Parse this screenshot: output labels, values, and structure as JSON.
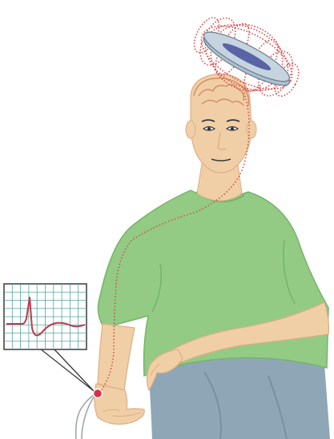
{
  "figure": {
    "subject": "person",
    "stimulator_coil": "tms-coil",
    "recording": "emg-trace"
  },
  "colors": {
    "background": "#ffffff",
    "skin": "#f1cfa6",
    "skin_shadow": "#dcae84",
    "shirt": "#93cb85",
    "shirt_shadow": "#76b36b",
    "pants": "#8fa6b7",
    "pants_shadow": "#7890a2",
    "field_lines": "#d8474a",
    "coil_body": "#aebfcd",
    "coil_core": "#5a63a6",
    "brain_outline": "#d18a66",
    "grid": "#56a3a1",
    "trace": "#c0394a",
    "outline": "#3a3a3a",
    "electrode": "#d6304a"
  }
}
